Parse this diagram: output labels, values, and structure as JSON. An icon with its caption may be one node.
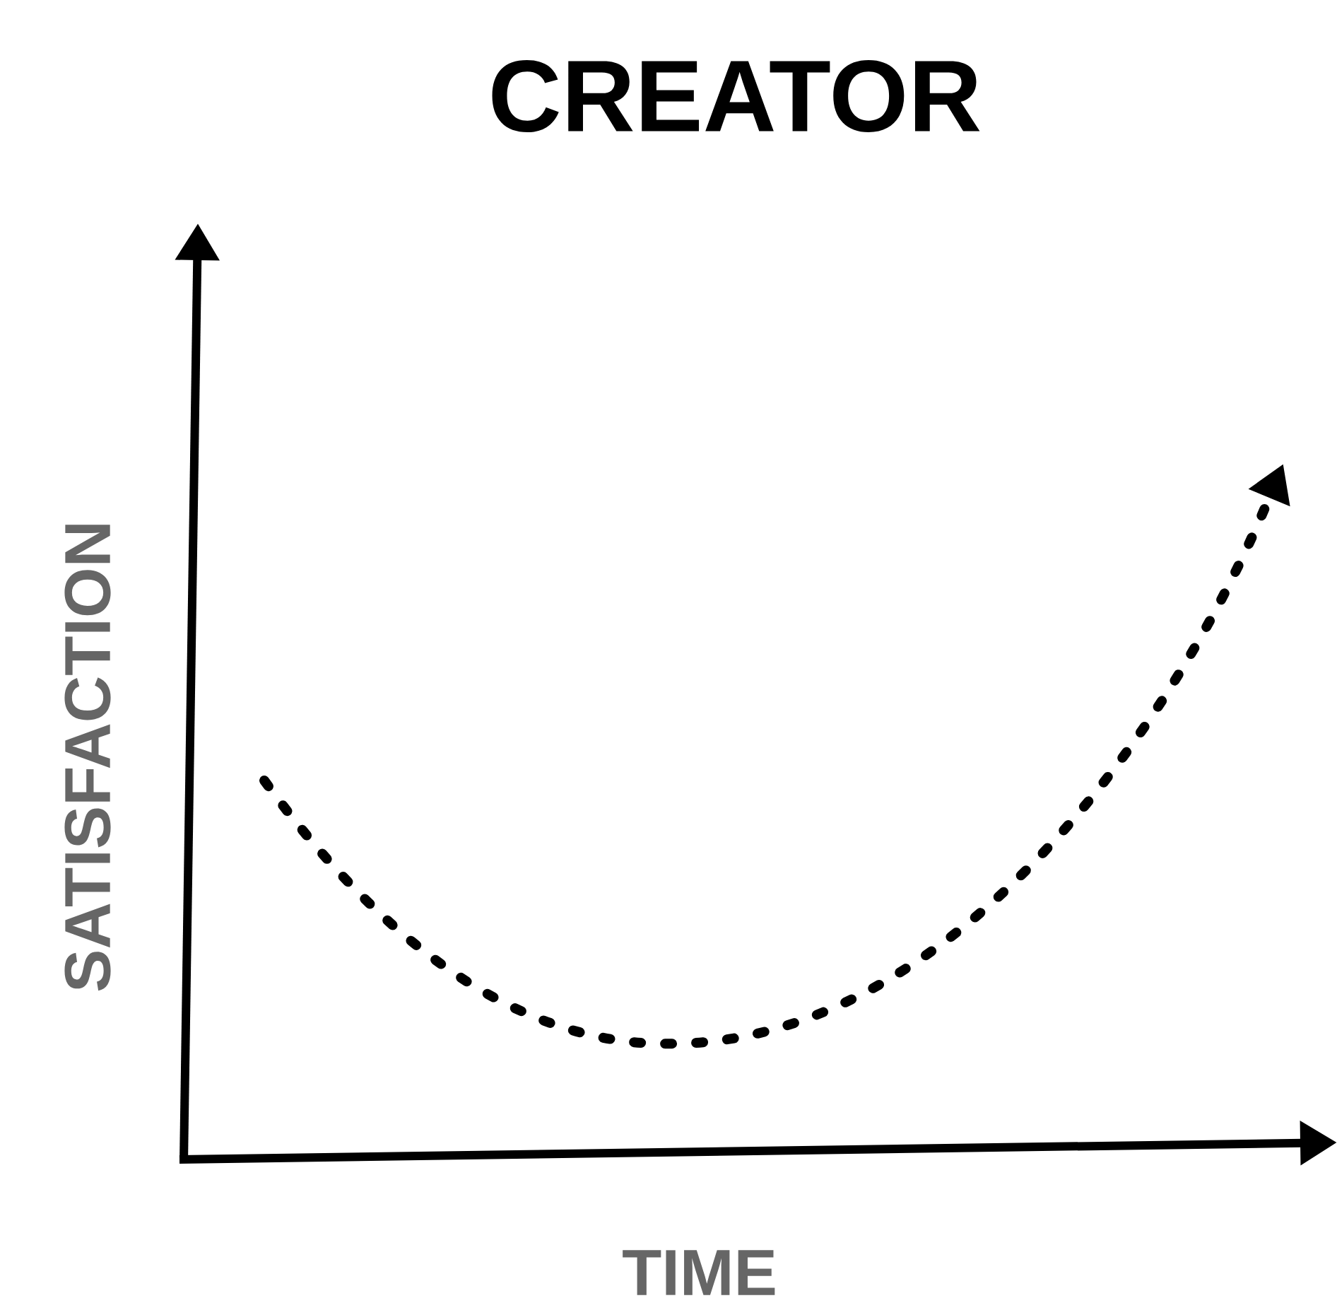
{
  "diagram": {
    "title": "CREATOR",
    "labels": [
      "SATISFACTION",
      "TIME"
    ]
  }
}
